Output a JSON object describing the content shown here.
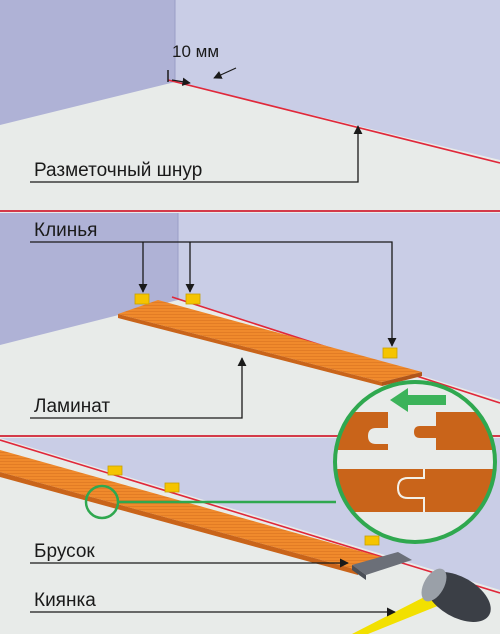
{
  "labels": {
    "gap": "10 мм",
    "cord": "Разметочный шнур",
    "wedges": "Клинья",
    "laminate": "Ламинат",
    "bar": "Брусок",
    "mallet": "Киянка"
  },
  "colors": {
    "wall_front": "#c9cde6",
    "wall_side": "#afb2d6",
    "floor": "#e8ebe9",
    "cord": "#e0283a",
    "laminate": "#f08a2c",
    "laminate_dark": "#c9641a",
    "wedge": "#f5c400",
    "detail_ring": "#2fa84f",
    "arrow": "#3cb35a",
    "bar": "#6b6f78",
    "mallet_head": "#3b3f46",
    "handle": "#f2e000"
  }
}
